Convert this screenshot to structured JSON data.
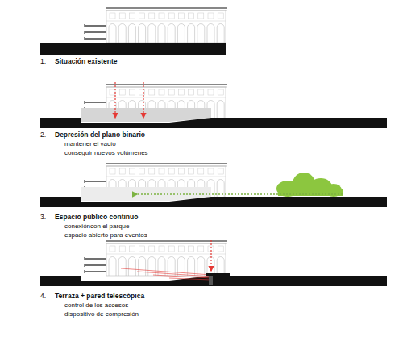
{
  "diagram": {
    "labels": [
      "1.",
      "Situación existente",
      "2.",
      "Depresión del plano binario",
      "mantener el vacío",
      "conseguir nuevos volúmenes",
      "3.",
      "Espacio público continuo",
      "conexióncon el parque",
      "espacio abierto para eventos",
      "4.",
      "Terraza + pared telescópica",
      "control de los accesos",
      "dispositivo de compresión"
    ]
  }
}
